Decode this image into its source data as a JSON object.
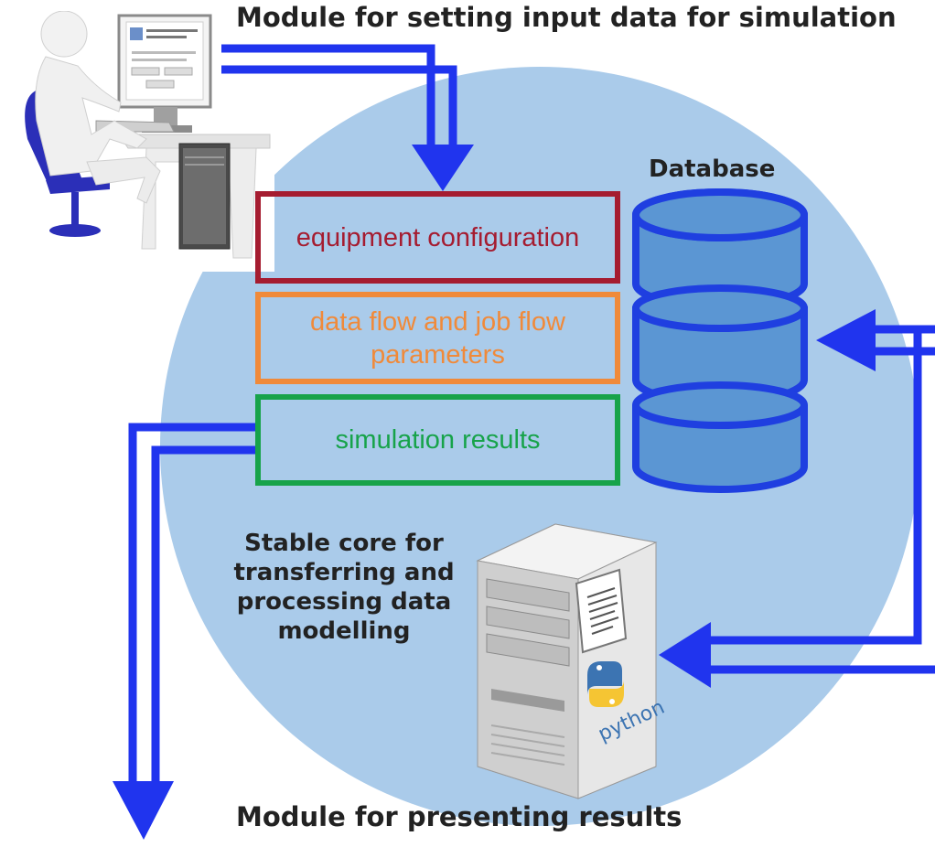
{
  "labels": {
    "input_module": "Module for setting input data for simulation",
    "database": "Database",
    "core": "Stable core for transferring and processing data modelling",
    "output_module": "Module for presenting results",
    "python_logo": "python"
  },
  "boxes": {
    "equipment": "equipment configuration",
    "flow": "data flow and job flow parameters",
    "results": "simulation results"
  },
  "colors": {
    "circle": "#aacbea",
    "arrow": "#2034ee",
    "database_fill": "#5b96d3",
    "database_stroke": "#1f3fe0",
    "equipment": "#a51c30",
    "flow": "#f08a3a",
    "results": "#17a34a"
  },
  "icons": [
    "user-at-computer-icon",
    "database-icon",
    "server-icon",
    "python-icon",
    "document-icon"
  ]
}
